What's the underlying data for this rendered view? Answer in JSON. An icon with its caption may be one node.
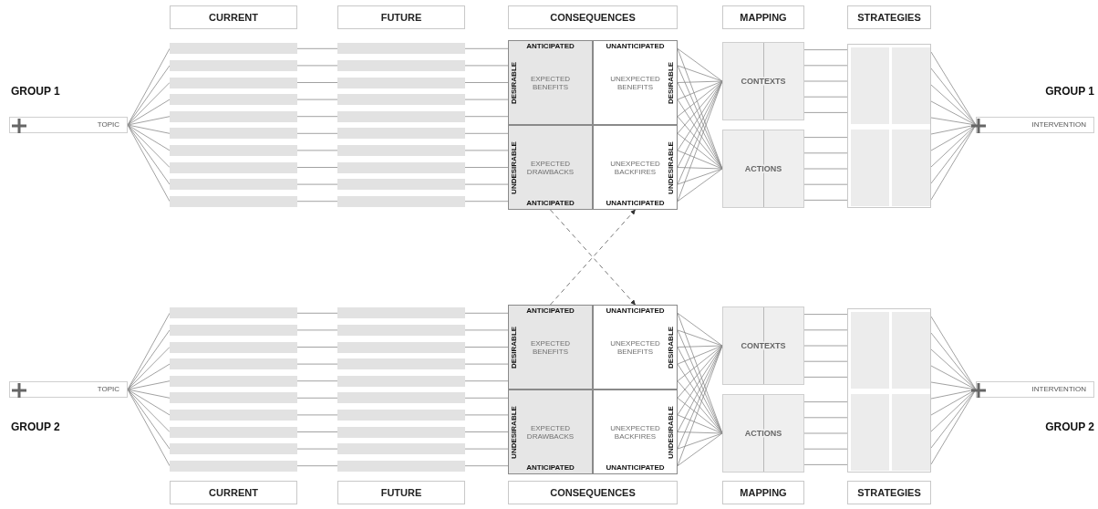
{
  "diagram": {
    "nodes": [
      {
        "text": [
          "CURRENT"
        ]
      },
      {
        "text": [
          "FUTURE"
        ]
      },
      {
        "text": [
          "CONSEQUENCES"
        ]
      },
      {
        "text": [
          "MAPPING"
        ]
      },
      {
        "text": [
          "STRATEGIES"
        ]
      },
      {
        "text": [
          "TOPIC"
        ]
      },
      {
        "text": [],
        "shape": "bar"
      },
      {
        "text": [],
        "shape": "bar"
      },
      {
        "text": [],
        "shape": "bar"
      },
      {
        "text": [],
        "shape": "bar"
      },
      {
        "text": [],
        "shape": "bar"
      },
      {
        "text": [],
        "shape": "bar"
      },
      {
        "text": [],
        "shape": "bar"
      },
      {
        "text": [],
        "shape": "bar"
      },
      {
        "text": [],
        "shape": "bar"
      },
      {
        "text": [],
        "shape": "bar"
      },
      {
        "text": [],
        "shape": "bar"
      },
      {
        "text": [],
        "shape": "bar"
      },
      {
        "text": [],
        "shape": "bar"
      },
      {
        "text": [],
        "shape": "bar"
      },
      {
        "text": [],
        "shape": "bar"
      },
      {
        "text": [],
        "shape": "bar"
      },
      {
        "text": [],
        "shape": "bar"
      },
      {
        "text": [],
        "shape": "bar"
      },
      {
        "text": [],
        "shape": "bar"
      },
      {
        "text": [],
        "shape": "bar"
      },
      {
        "text": [
          "ANTICIPATED",
          "DESIRABLE",
          "EXPECTED BENEFITS"
        ]
      },
      {
        "text": [
          "UNANTICIPATED",
          "DESIRABLE",
          "UNEXPECTED BENEFITS"
        ]
      },
      {
        "text": [
          "UNDESIRABLE",
          "EXPECTED DRAWBACKS",
          "ANTICIPATED"
        ]
      },
      {
        "text": [
          "UNDESIRABLE",
          "UNEXPECTED BACKFIRES",
          "UNANTICIPATED"
        ]
      },
      {
        "text": [
          "CONTEXTS"
        ]
      },
      {
        "text": [
          "ACTIONS"
        ]
      },
      {
        "text": [],
        "shape": "box"
      },
      {
        "text": [
          "INTERVENTION"
        ]
      },
      {
        "text": [
          "TOPIC"
        ]
      },
      {
        "text": [],
        "shape": "bar"
      },
      {
        "text": [],
        "shape": "bar"
      },
      {
        "text": [],
        "shape": "bar"
      },
      {
        "text": [],
        "shape": "bar"
      },
      {
        "text": [],
        "shape": "bar"
      },
      {
        "text": [],
        "shape": "bar"
      },
      {
        "text": [],
        "shape": "bar"
      },
      {
        "text": [],
        "shape": "bar"
      },
      {
        "text": [],
        "shape": "bar"
      },
      {
        "text": [],
        "shape": "bar"
      },
      {
        "text": [],
        "shape": "bar"
      },
      {
        "text": [],
        "shape": "bar"
      },
      {
        "text": [],
        "shape": "bar"
      },
      {
        "text": [],
        "shape": "bar"
      },
      {
        "text": [],
        "shape": "bar"
      },
      {
        "text": [],
        "shape": "bar"
      },
      {
        "text": [],
        "shape": "bar"
      },
      {
        "text": [],
        "shape": "bar"
      },
      {
        "text": [],
        "shape": "bar"
      },
      {
        "text": [],
        "shape": "bar"
      },
      {
        "text": [
          "ANTICIPATED",
          "DESIRABLE",
          "EXPECTED BENEFITS"
        ]
      },
      {
        "text": [
          "UNANTICIPATED",
          "DESIRABLE",
          "UNEXPECTED BENEFITS"
        ]
      },
      {
        "text": [
          "UNDESIRABLE",
          "EXPECTED DRAWBACKS",
          "ANTICIPATED"
        ]
      },
      {
        "text": [
          "UNDESIRABLE",
          "UNEXPECTED BACKFIRES",
          "UNANTICIPATED"
        ]
      },
      {
        "text": [
          "CONTEXTS"
        ]
      },
      {
        "text": [
          "ACTIONS"
        ]
      },
      {
        "text": [],
        "shape": "box"
      },
      {
        "text": [
          "INTERVENTION"
        ]
      },
      {
        "text": [
          "CURRENT"
        ]
      },
      {
        "text": [
          "FUTURE"
        ]
      },
      {
        "text": [
          "CONSEQUENCES"
        ]
      },
      {
        "text": [
          "MAPPING"
        ]
      },
      {
        "text": [
          "STRATEGIES"
        ]
      }
    ],
    "edges": [
      {
        "from": 5,
        "to": 6,
        "arrow": "none"
      },
      {
        "from": 5,
        "to": 7,
        "arrow": "none"
      },
      {
        "from": 5,
        "to": 8,
        "arrow": "none"
      },
      {
        "from": 5,
        "to": 9,
        "arrow": "none"
      },
      {
        "from": 5,
        "to": 10,
        "arrow": "none"
      },
      {
        "from": 5,
        "to": 11,
        "arrow": "none"
      },
      {
        "from": 5,
        "to": 12,
        "arrow": "none"
      },
      {
        "from": 5,
        "to": 13,
        "arrow": "none"
      },
      {
        "from": 5,
        "to": 14,
        "arrow": "none"
      },
      {
        "from": 5,
        "to": 15,
        "arrow": "none"
      },
      {
        "from": 6,
        "to": 16,
        "arrow": "none"
      },
      {
        "from": 7,
        "to": 17,
        "arrow": "none"
      },
      {
        "from": 8,
        "to": 18,
        "arrow": "none"
      },
      {
        "from": 9,
        "to": 19,
        "arrow": "none"
      },
      {
        "from": 10,
        "to": 20,
        "arrow": "none"
      },
      {
        "from": 11,
        "to": 21,
        "arrow": "none"
      },
      {
        "from": 12,
        "to": 22,
        "arrow": "none"
      },
      {
        "from": 13,
        "to": 23,
        "arrow": "none"
      },
      {
        "from": 14,
        "to": 24,
        "arrow": "none"
      },
      {
        "from": 15,
        "to": 25,
        "arrow": "none"
      },
      {
        "from": 16,
        "to": 26,
        "arrow": "none"
      },
      {
        "from": 17,
        "to": 26,
        "arrow": "none"
      },
      {
        "from": 18,
        "to": 26,
        "arrow": "none"
      },
      {
        "from": 19,
        "to": 26,
        "arrow": "none"
      },
      {
        "from": 20,
        "to": 26,
        "arrow": "none"
      },
      {
        "from": 21,
        "to": 28,
        "arrow": "none"
      },
      {
        "from": 22,
        "to": 28,
        "arrow": "none"
      },
      {
        "from": 23,
        "to": 28,
        "arrow": "none"
      },
      {
        "from": 24,
        "to": 28,
        "arrow": "none"
      },
      {
        "from": 25,
        "to": 28,
        "arrow": "none"
      },
      {
        "from": 27,
        "to": 30,
        "arrow": "none"
      },
      {
        "from": 27,
        "to": 31,
        "arrow": "none"
      },
      {
        "from": 27,
        "to": 30,
        "arrow": "none"
      },
      {
        "from": 27,
        "to": 31,
        "arrow": "none"
      },
      {
        "from": 27,
        "to": 30,
        "arrow": "none"
      },
      {
        "from": 27,
        "to": 31,
        "arrow": "none"
      },
      {
        "from": 27,
        "to": 30,
        "arrow": "none"
      },
      {
        "from": 27,
        "to": 31,
        "arrow": "none"
      },
      {
        "from": 27,
        "to": 30,
        "arrow": "none"
      },
      {
        "from": 27,
        "to": 31,
        "arrow": "none"
      },
      {
        "from": 29,
        "to": 30,
        "arrow": "none"
      },
      {
        "from": 29,
        "to": 31,
        "arrow": "none"
      },
      {
        "from": 29,
        "to": 30,
        "arrow": "none"
      },
      {
        "from": 29,
        "to": 31,
        "arrow": "none"
      },
      {
        "from": 29,
        "to": 30,
        "arrow": "none"
      },
      {
        "from": 29,
        "to": 31,
        "arrow": "none"
      },
      {
        "from": 29,
        "to": 30,
        "arrow": "none"
      },
      {
        "from": 29,
        "to": 31,
        "arrow": "none"
      },
      {
        "from": 29,
        "to": 30,
        "arrow": "none"
      },
      {
        "from": 29,
        "to": 31,
        "arrow": "none"
      },
      {
        "from": 30,
        "to": 32,
        "arrow": "none"
      },
      {
        "from": 30,
        "to": 32,
        "arrow": "none"
      },
      {
        "from": 30,
        "to": 32,
        "arrow": "none"
      },
      {
        "from": 30,
        "to": 32,
        "arrow": "none"
      },
      {
        "from": 30,
        "to": 32,
        "arrow": "none"
      },
      {
        "from": 31,
        "to": 32,
        "arrow": "none"
      },
      {
        "from": 31,
        "to": 32,
        "arrow": "none"
      },
      {
        "from": 31,
        "to": 32,
        "arrow": "none"
      },
      {
        "from": 31,
        "to": 32,
        "arrow": "none"
      },
      {
        "from": 31,
        "to": 32,
        "arrow": "none"
      },
      {
        "from": 32,
        "to": 33,
        "arrow": "none"
      },
      {
        "from": 32,
        "to": 33,
        "arrow": "none"
      },
      {
        "from": 32,
        "to": 33,
        "arrow": "none"
      },
      {
        "from": 32,
        "to": 33,
        "arrow": "none"
      },
      {
        "from": 32,
        "to": 33,
        "arrow": "none"
      },
      {
        "from": 32,
        "to": 33,
        "arrow": "none"
      },
      {
        "from": 32,
        "to": 33,
        "arrow": "none"
      },
      {
        "from": 32,
        "to": 33,
        "arrow": "none"
      },
      {
        "from": 32,
        "to": 33,
        "arrow": "none"
      },
      {
        "from": 32,
        "to": 33,
        "arrow": "none"
      },
      {
        "from": 28,
        "to": 56,
        "arrow": "to",
        "style": "dashed"
      },
      {
        "from": 55,
        "to": 29,
        "arrow": "to",
        "style": "dashed"
      },
      {
        "from": 34,
        "to": 35,
        "arrow": "none"
      },
      {
        "from": 34,
        "to": 36,
        "arrow": "none"
      },
      {
        "from": 34,
        "to": 37,
        "arrow": "none"
      },
      {
        "from": 34,
        "to": 38,
        "arrow": "none"
      },
      {
        "from": 34,
        "to": 39,
        "arrow": "none"
      },
      {
        "from": 34,
        "to": 40,
        "arrow": "none"
      },
      {
        "from": 34,
        "to": 41,
        "arrow": "none"
      },
      {
        "from": 34,
        "to": 42,
        "arrow": "none"
      },
      {
        "from": 34,
        "to": 43,
        "arrow": "none"
      },
      {
        "from": 34,
        "to": 44,
        "arrow": "none"
      },
      {
        "from": 35,
        "to": 45,
        "arrow": "none"
      },
      {
        "from": 36,
        "to": 46,
        "arrow": "none"
      },
      {
        "from": 37,
        "to": 47,
        "arrow": "none"
      },
      {
        "from": 38,
        "to": 48,
        "arrow": "none"
      },
      {
        "from": 39,
        "to": 49,
        "arrow": "none"
      },
      {
        "from": 40,
        "to": 50,
        "arrow": "none"
      },
      {
        "from": 41,
        "to": 51,
        "arrow": "none"
      },
      {
        "from": 42,
        "to": 52,
        "arrow": "none"
      },
      {
        "from": 43,
        "to": 53,
        "arrow": "none"
      },
      {
        "from": 44,
        "to": 54,
        "arrow": "none"
      },
      {
        "from": 45,
        "to": 55,
        "arrow": "none"
      },
      {
        "from": 46,
        "to": 55,
        "arrow": "none"
      },
      {
        "from": 47,
        "to": 55,
        "arrow": "none"
      },
      {
        "from": 48,
        "to": 55,
        "arrow": "none"
      },
      {
        "from": 49,
        "to": 55,
        "arrow": "none"
      },
      {
        "from": 50,
        "to": 57,
        "arrow": "none"
      },
      {
        "from": 51,
        "to": 57,
        "arrow": "none"
      },
      {
        "from": 52,
        "to": 57,
        "arrow": "none"
      },
      {
        "from": 53,
        "to": 57,
        "arrow": "none"
      },
      {
        "from": 54,
        "to": 57,
        "arrow": "none"
      },
      {
        "from": 56,
        "to": 59,
        "arrow": "none"
      },
      {
        "from": 56,
        "to": 60,
        "arrow": "none"
      },
      {
        "from": 56,
        "to": 59,
        "arrow": "none"
      },
      {
        "from": 56,
        "to": 60,
        "arrow": "none"
      },
      {
        "from": 56,
        "to": 59,
        "arrow": "none"
      },
      {
        "from": 56,
        "to": 60,
        "arrow": "none"
      },
      {
        "from": 56,
        "to": 59,
        "arrow": "none"
      },
      {
        "from": 56,
        "to": 60,
        "arrow": "none"
      },
      {
        "from": 56,
        "to": 59,
        "arrow": "none"
      },
      {
        "from": 56,
        "to": 60,
        "arrow": "none"
      },
      {
        "from": 58,
        "to": 59,
        "arrow": "none"
      },
      {
        "from": 58,
        "to": 60,
        "arrow": "none"
      },
      {
        "from": 58,
        "to": 59,
        "arrow": "none"
      },
      {
        "from": 58,
        "to": 60,
        "arrow": "none"
      },
      {
        "from": 58,
        "to": 59,
        "arrow": "none"
      },
      {
        "from": 58,
        "to": 60,
        "arrow": "none"
      },
      {
        "from": 58,
        "to": 59,
        "arrow": "none"
      },
      {
        "from": 58,
        "to": 60,
        "arrow": "none"
      },
      {
        "from": 58,
        "to": 59,
        "arrow": "none"
      },
      {
        "from": 58,
        "to": 60,
        "arrow": "none"
      },
      {
        "from": 59,
        "to": 61,
        "arrow": "none"
      },
      {
        "from": 59,
        "to": 61,
        "arrow": "none"
      },
      {
        "from": 59,
        "to": 61,
        "arrow": "none"
      },
      {
        "from": 59,
        "to": 61,
        "arrow": "none"
      },
      {
        "from": 59,
        "to": 61,
        "arrow": "none"
      },
      {
        "from": 60,
        "to": 61,
        "arrow": "none"
      },
      {
        "from": 60,
        "to": 61,
        "arrow": "none"
      },
      {
        "from": 60,
        "to": 61,
        "arrow": "none"
      },
      {
        "from": 60,
        "to": 61,
        "arrow": "none"
      },
      {
        "from": 60,
        "to": 61,
        "arrow": "none"
      },
      {
        "from": 61,
        "to": 62,
        "arrow": "none"
      },
      {
        "from": 61,
        "to": 62,
        "arrow": "none"
      },
      {
        "from": 61,
        "to": 62,
        "arrow": "none"
      },
      {
        "from": 61,
        "to": 62,
        "arrow": "none"
      },
      {
        "from": 61,
        "to": 62,
        "arrow": "none"
      },
      {
        "from": 61,
        "to": 62,
        "arrow": "none"
      },
      {
        "from": 61,
        "to": 62,
        "arrow": "none"
      },
      {
        "from": 61,
        "to": 62,
        "arrow": "none"
      },
      {
        "from": 61,
        "to": 62,
        "arrow": "none"
      },
      {
        "from": 61,
        "to": 62,
        "arrow": "none"
      }
    ],
    "labels": [
      "GROUP 1",
      "GROUP 1",
      "GROUP 2",
      "GROUP 2"
    ]
  }
}
